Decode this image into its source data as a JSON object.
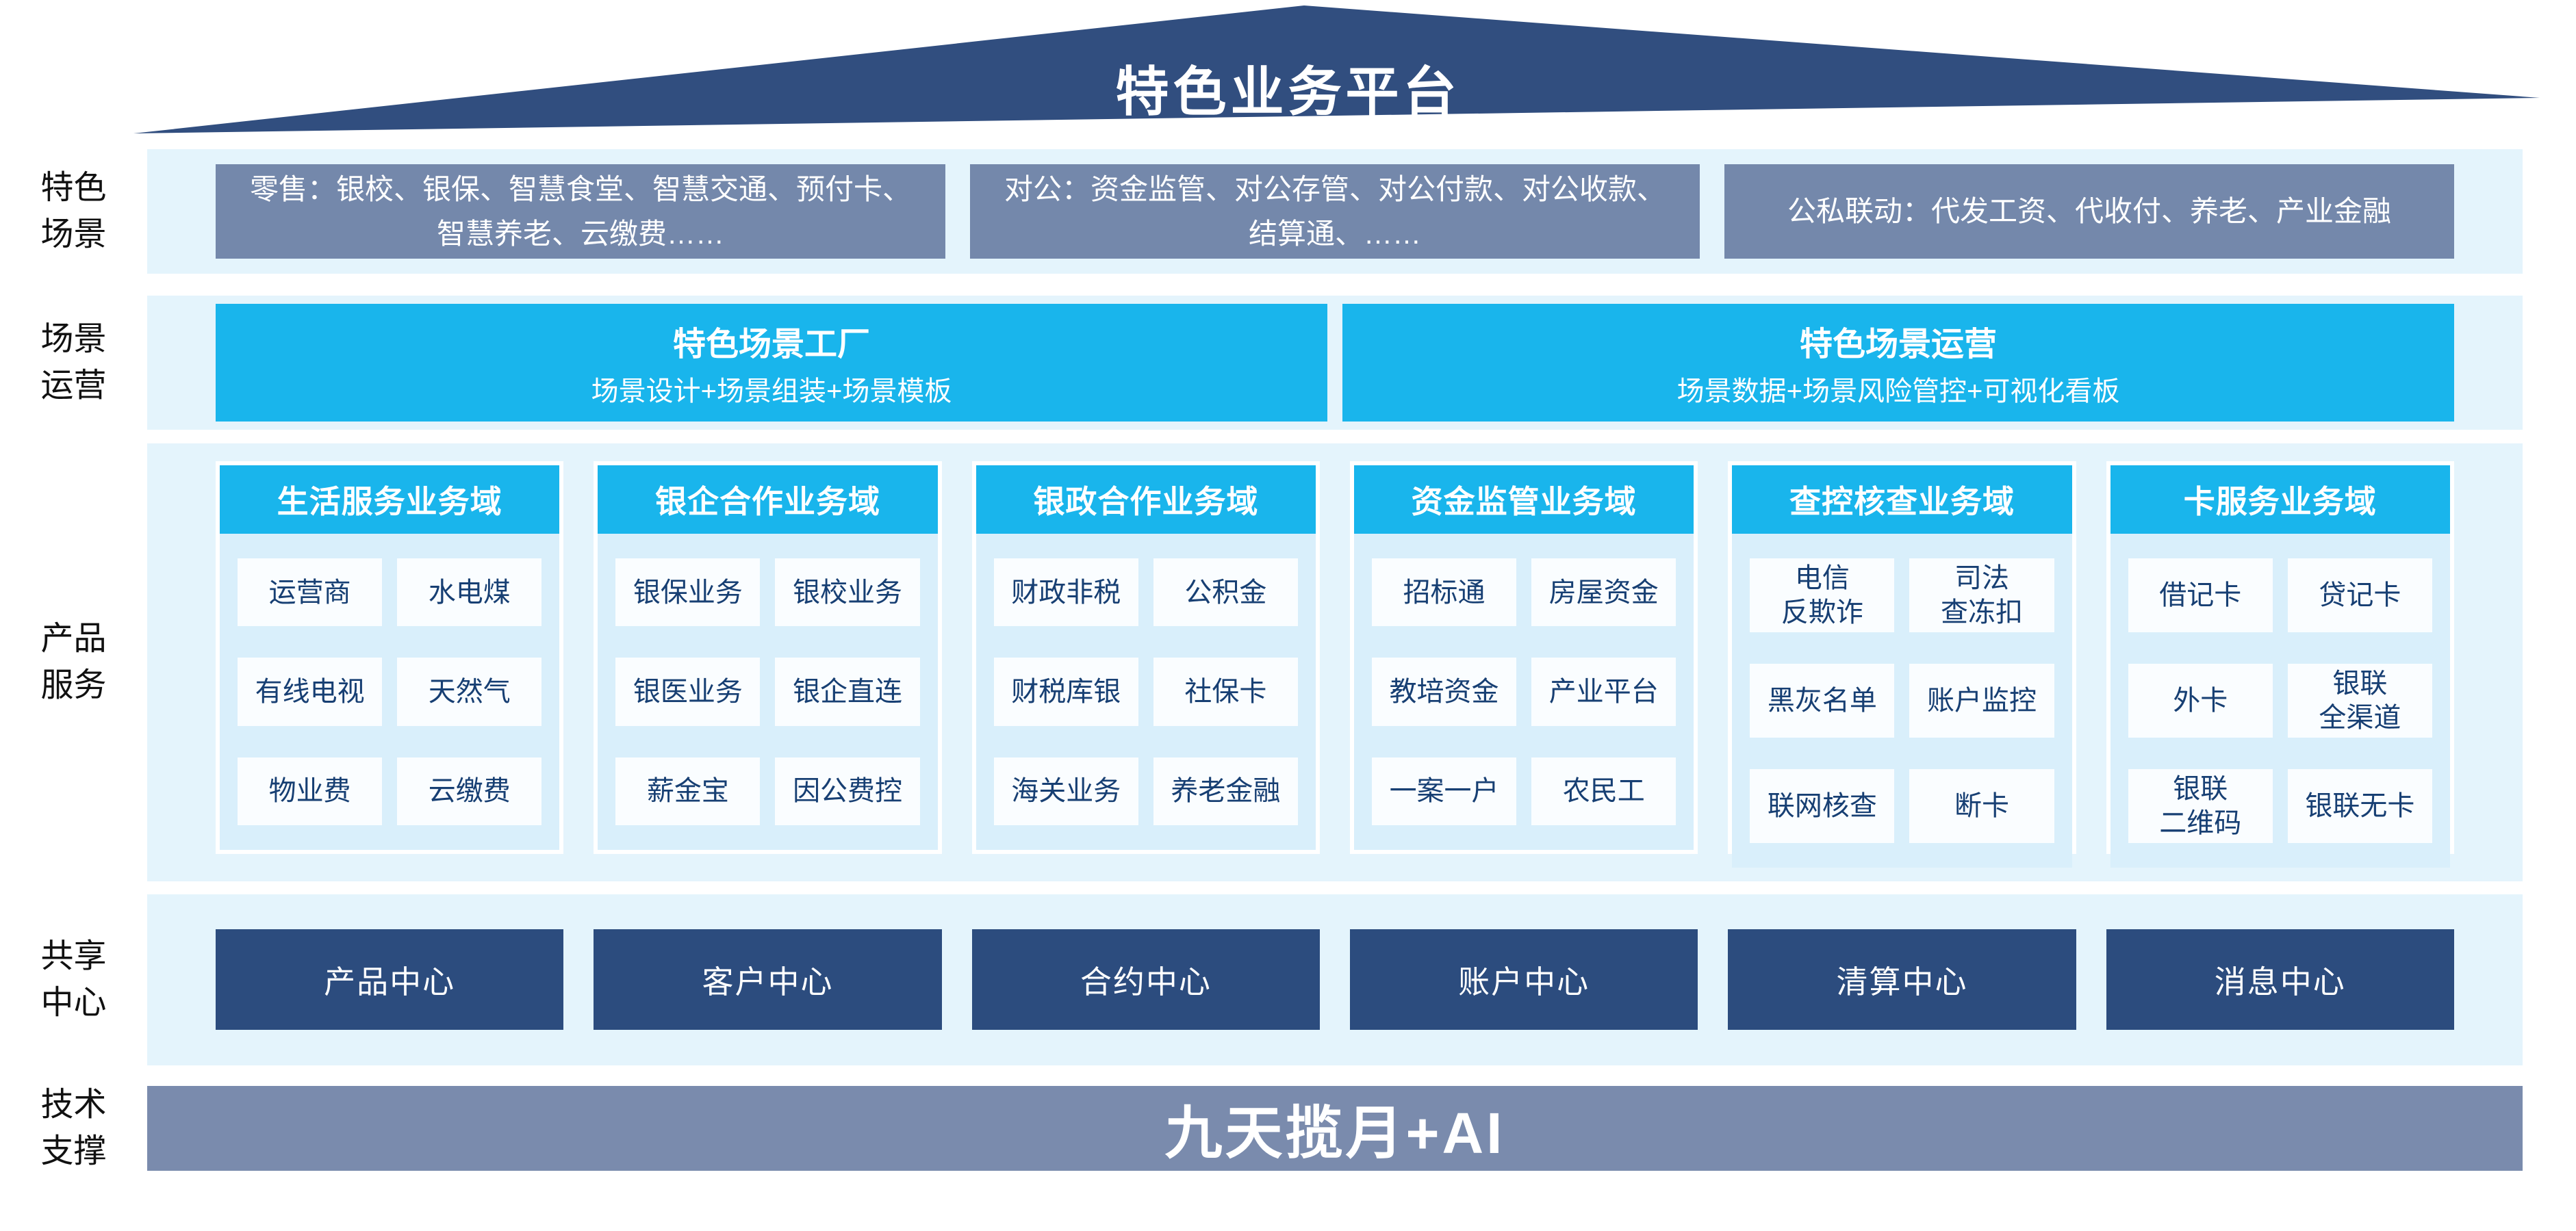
{
  "banner": {
    "title": "特色业务平台"
  },
  "side_labels": {
    "scenarios": "特色\n场景",
    "operation": "场景\n运营",
    "products": "产品\n服务",
    "centers": "共享\n中心",
    "tech": "技术\n支撑"
  },
  "scenario_row": {
    "items": [
      "零售：银校、银保、智慧食堂、智慧交通、预付卡、智慧养老、云缴费……",
      "对公：资金监管、对公存管、对公付款、对公收款、结算通、……",
      "公私联动：代发工资、代收付、养老、产业金融"
    ]
  },
  "operation_row": {
    "boxes": [
      {
        "title": "特色场景工厂",
        "subtitle": "场景设计+场景组装+场景模板"
      },
      {
        "title": "特色场景运营",
        "subtitle": "场景数据+场景风险管控+可视化看板"
      }
    ]
  },
  "product_row": {
    "columns": [
      {
        "header": "生活服务业务域",
        "cells": [
          "运营商",
          "水电煤",
          "有线电视",
          "天然气",
          "物业费",
          "云缴费"
        ]
      },
      {
        "header": "银企合作业务域",
        "cells": [
          "银保业务",
          "银校业务",
          "银医业务",
          "银企直连",
          "薪金宝",
          "因公费控"
        ]
      },
      {
        "header": "银政合作业务域",
        "cells": [
          "财政非税",
          "公积金",
          "财税库银",
          "社保卡",
          "海关业务",
          "养老金融"
        ]
      },
      {
        "header": "资金监管业务域",
        "cells": [
          "招标通",
          "房屋资金",
          "教培资金",
          "产业平台",
          "一案一户",
          "农民工"
        ]
      },
      {
        "header": "查控核查业务域",
        "cells": [
          "电信\n反欺诈",
          "司法\n查冻扣",
          "黑灰名单",
          "账户监控",
          "联网核查",
          "断卡"
        ]
      },
      {
        "header": "卡服务业务域",
        "cells": [
          "借记卡",
          "贷记卡",
          "外卡",
          "银联\n全渠道",
          "银联\n二维码",
          "银联无卡"
        ]
      }
    ]
  },
  "center_row": {
    "items": [
      "产品中心",
      "客户中心",
      "合约中心",
      "账户中心",
      "清算中心",
      "消息中心"
    ]
  },
  "tech_row": {
    "text": "九天揽月+AI"
  },
  "colors": {
    "roof_navy": "#314E7F",
    "band_light_blue": "#E4F4FC",
    "scenario_gray_blue": "#7488AB",
    "accent_cyan": "#19B5EC",
    "column_body_blue": "#D9EFFB",
    "cell_white": "#FAFDFF",
    "cell_text_navy": "#173F73",
    "center_navy": "#2C4C7E",
    "tech_gray_blue": "#7A8BAD"
  }
}
